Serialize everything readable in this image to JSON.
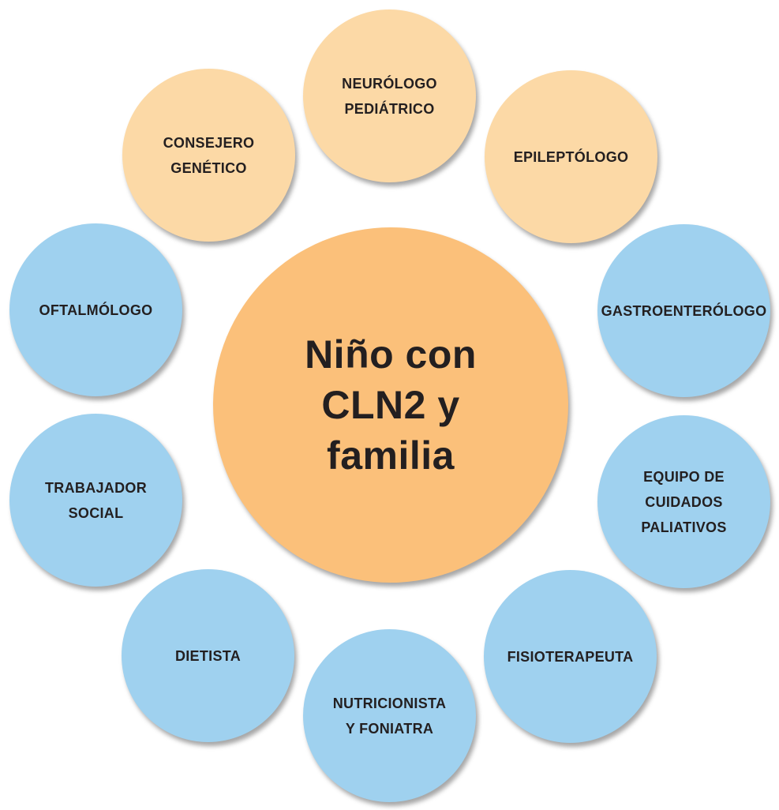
{
  "center": {
    "label": "Niño con\nCLN2 y\nfamilia"
  },
  "nodes": {
    "neurologo": "NEURÓLOGO\nPEDIÁTRICO",
    "epileptologo": "EPILEPTÓLOGO",
    "consejero": "CONSEJERO\nGENÉTICO",
    "gastro": "GASTROENTERÓLOGO",
    "oftalmologo": "OFTALMÓLOGO",
    "equipo": "EQUIPO DE\nCUIDADOS\nPALIATIVOS",
    "trabajador": "TRABAJADOR\nSOCIAL",
    "fisio": "FISIOTERAPEUTA",
    "dietista": "DIETISTA",
    "nutricionista": "NUTRICIONISTA\nY FONIATRA"
  },
  "colors": {
    "center": "#fbc07a",
    "peach": "#fcd9a6",
    "blue": "#9fd1ef",
    "text": "#231f20"
  }
}
